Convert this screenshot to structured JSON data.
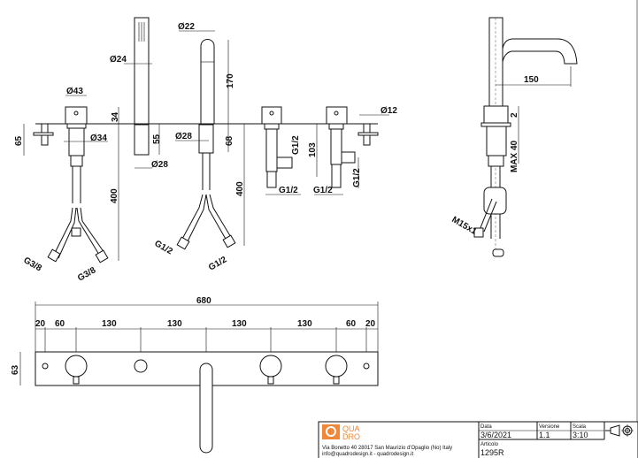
{
  "front_view": {
    "dims": {
      "d43": "Ø43",
      "d24": "Ø24",
      "d22": "Ø22",
      "h170": "170",
      "h34": "34",
      "d34": "Ø34",
      "h55": "55",
      "d28_hand": "Ø28",
      "d28_spout": "Ø28",
      "h68": "68",
      "h400_left": "400",
      "h400_mid": "400",
      "g12_v1": "G1/2",
      "h103": "103",
      "g12_h1": "G1/2",
      "g12_h2": "G1/2",
      "g12_v2": "G1/2",
      "d12": "Ø12",
      "h65": "65",
      "g38_a": "G3/8",
      "g38_b": "G3/8",
      "g12_hose_a": "G1/2",
      "g12_hose_b": "G1/2"
    }
  },
  "side_view": {
    "dims": {
      "reach": "150",
      "gap": "2",
      "max_thickness": "MAX 40",
      "thread": "M15x1"
    }
  },
  "top_view": {
    "dims": {
      "total": "680",
      "spacings": [
        "20",
        "60",
        "130",
        "130",
        "130",
        "130",
        "60",
        "20"
      ],
      "depth": "63"
    }
  },
  "title_block": {
    "company_short": [
      "QUA",
      "DRO"
    ],
    "address": "Via Bonetto 40 28017 San Maurizio d'Opaglio (No) Italy",
    "contact": "info@quadrodesign.it  -  quadrodesign.it",
    "date_label": "Data",
    "date": "3/6/2021",
    "version_label": "Versione",
    "version": "1.1",
    "scale_label": "Scala",
    "scale": "3:10",
    "article_label": "Articolo",
    "article": "1295R",
    "projection_symbol": "first-angle-projection-icon",
    "brand_color": "#f0883a"
  }
}
